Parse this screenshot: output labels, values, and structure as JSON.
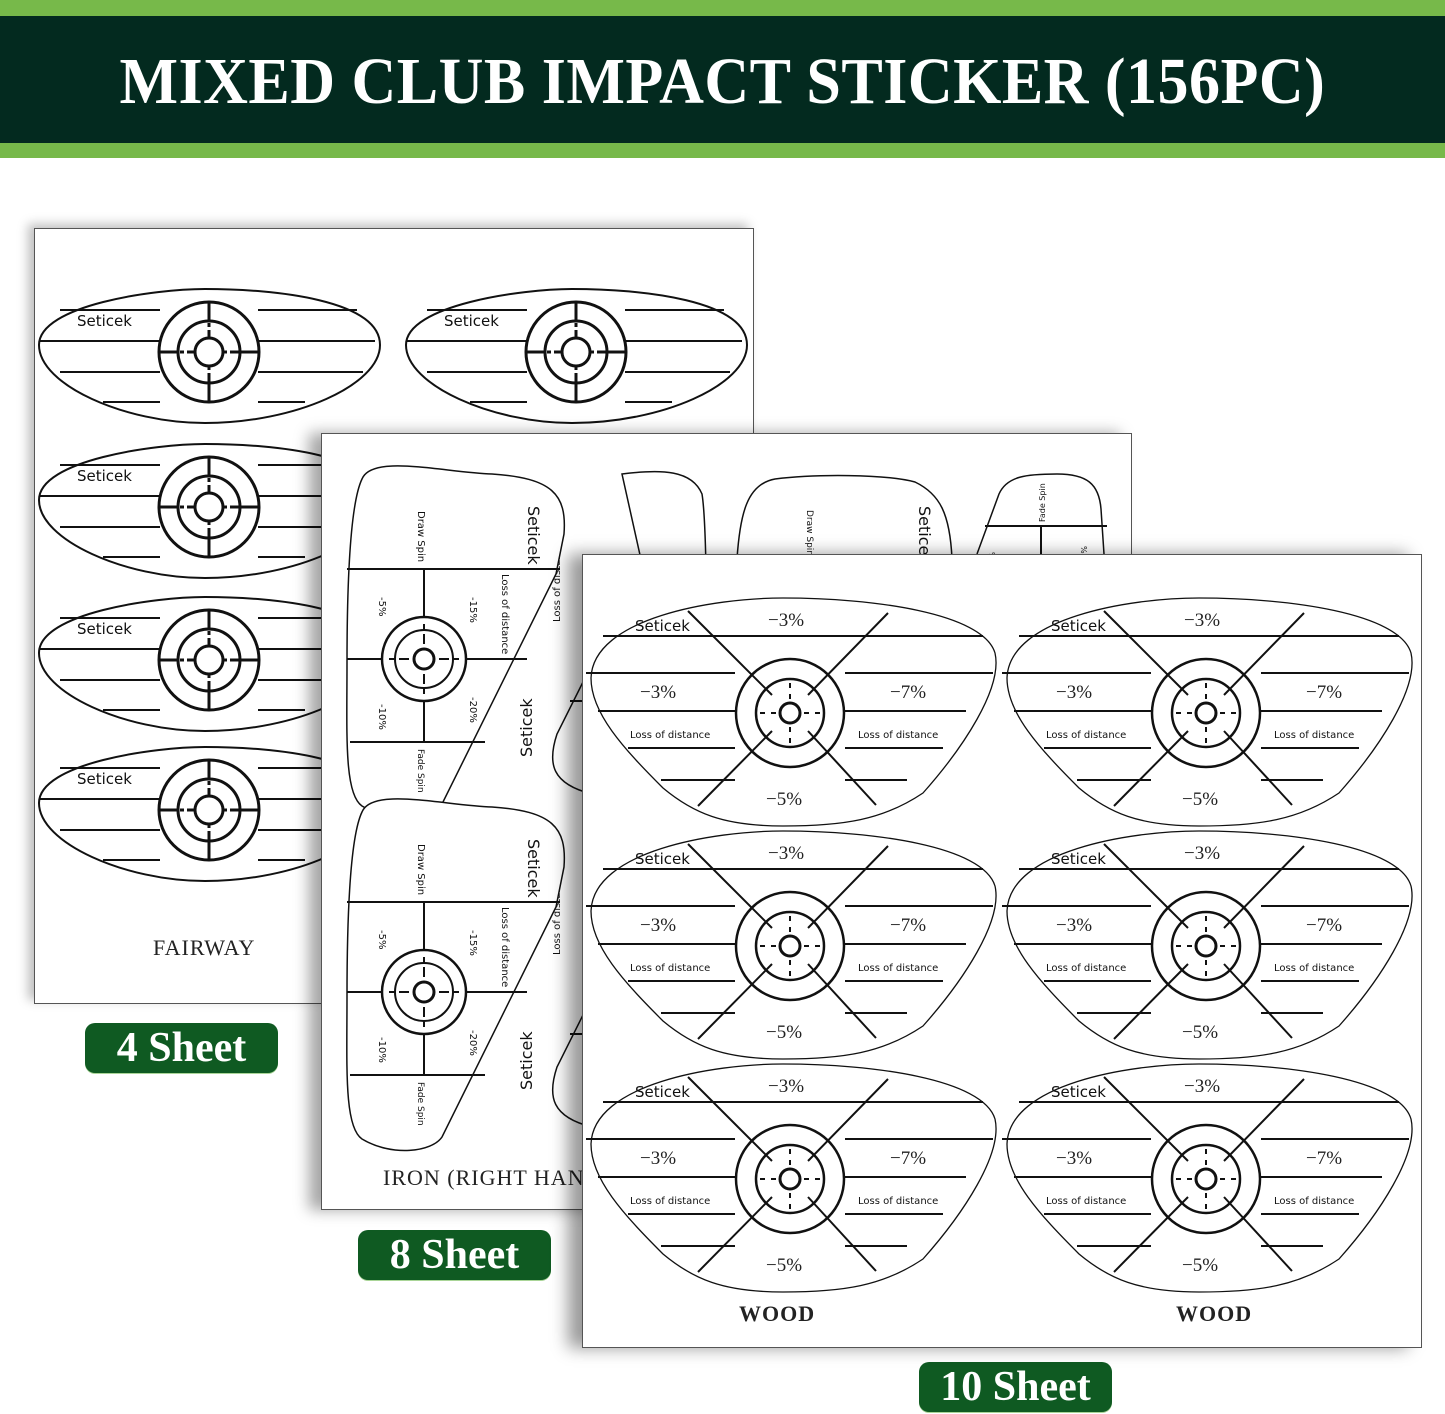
{
  "banner": {
    "title": "MIXED CLUB IMPACT STICKER (156PC)",
    "colors": {
      "light_green": "#77b94a",
      "dark_green": "#032a1f",
      "text": "#ffffff"
    }
  },
  "sheets": {
    "fairway": {
      "label": "FAIRWAY",
      "badge": "4 Sheet",
      "sticker": {
        "brand": "Seticek"
      },
      "sticker_count_visible": 8
    },
    "iron": {
      "label": "IRON (RIGHT HAN",
      "badge": "8 Sheet",
      "sticker": {
        "brand": "Seticek",
        "draw_spin": "Draw Spin",
        "fade_spin": "Fade Spin",
        "loss_of_distance": "Loss of distance",
        "zones": [
          "-5%",
          "-15%",
          "-10%",
          "-20%"
        ],
        "partial_mark": "%"
      }
    },
    "wood": {
      "labels": [
        "WOOD",
        "WOOD"
      ],
      "badge": "10 Sheet",
      "sticker": {
        "brand": "Seticek",
        "top": "−3%",
        "left": "−3%",
        "right": "−7%",
        "bottom": "−5%",
        "loss_left": "Loss of distance",
        "loss_right": "Loss of distance"
      },
      "sticker_count_visible": 6
    }
  },
  "badge_color": "#0f5a22"
}
